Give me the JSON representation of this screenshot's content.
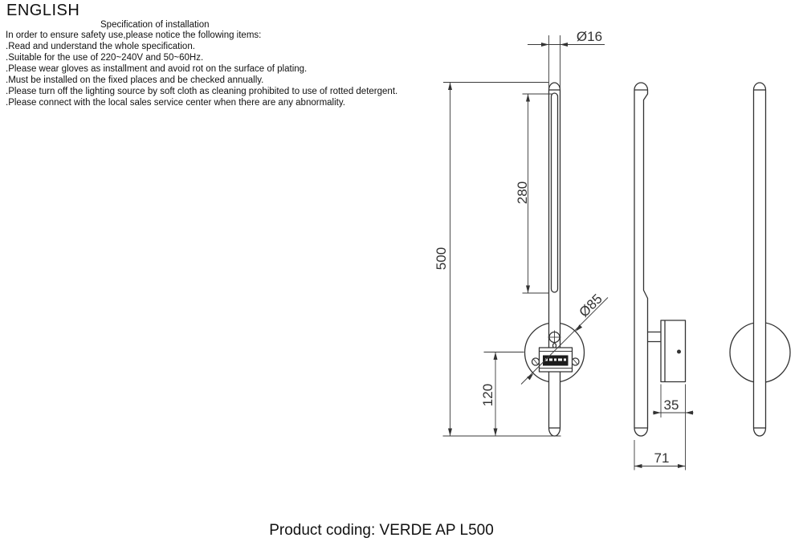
{
  "header": {
    "language": "ENGLISH"
  },
  "spec": {
    "title": "Specification of installation",
    "intro": "In order to ensure safety use,please notice the following items:",
    "items": [
      ".Read and understand the whole specification.",
      ".Suitable for the use of 220~240V and 50~60Hz.",
      ".Please wear gloves as installment and avoid rot on the surface of plating.",
      ".Must be installed on the fixed places and be checked annually.",
      ".Please turn off the lighting source by soft cloth as cleaning prohibited to use of rotted detergent.",
      ".Please connect with the local sales service center when there are any abnormality."
    ]
  },
  "drawing": {
    "line_color": "#333333",
    "dimensions": {
      "tube_diameter": "Ø16",
      "overall_height": "500",
      "led_length": "280",
      "wall_plate_diameter": "Ø85",
      "bottom_offset": "120",
      "bracket_depth": "35",
      "total_depth": "71"
    }
  },
  "footer": {
    "product_coding": "Product coding: VERDE AP L500"
  }
}
